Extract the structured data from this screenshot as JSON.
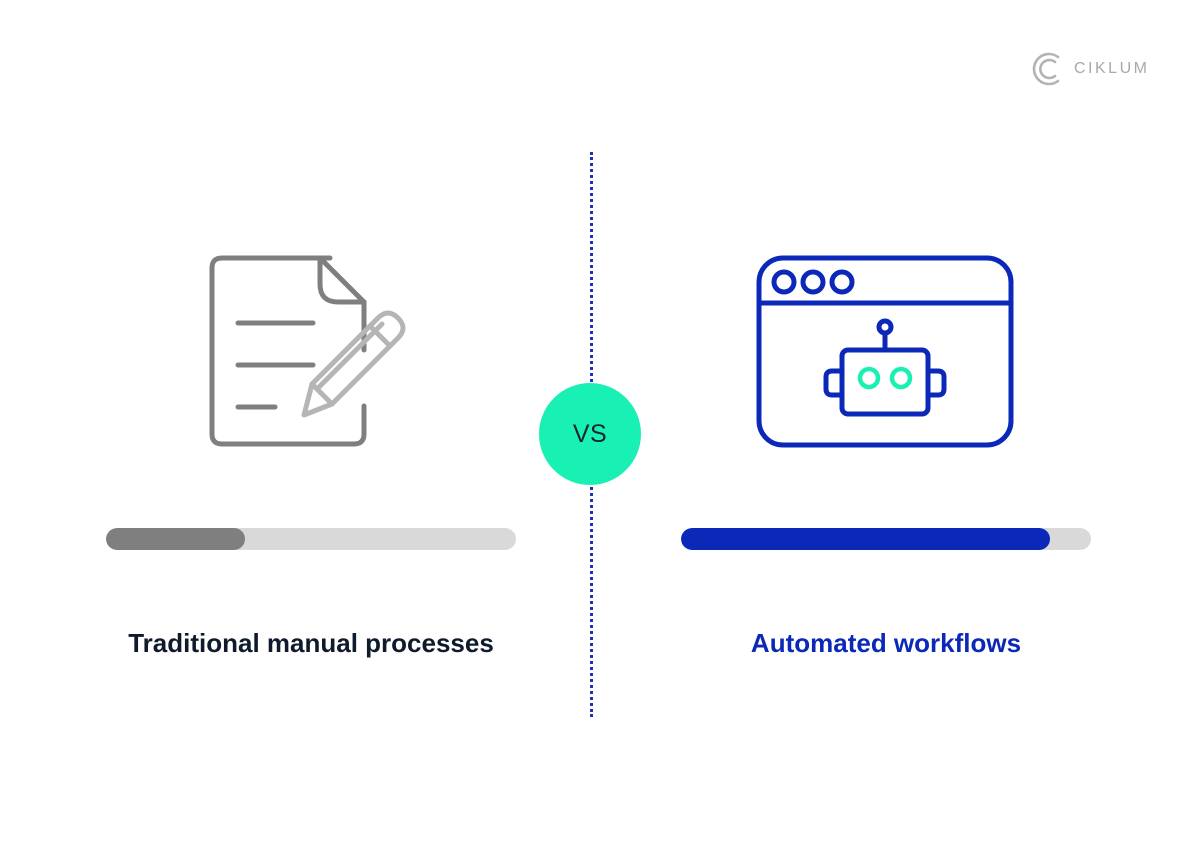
{
  "brand": {
    "name": "CIKLUM",
    "logo_icon": "ciklum-logo-icon",
    "color": "#a9a9a9"
  },
  "vs_label": "VS",
  "colors": {
    "divider": "#1f2fb8",
    "vs_badge": "#19f0b4",
    "manual_icon": "#7f7f7f",
    "manual_bar": "#7f7f7f",
    "automated_icon": "#0b28b8",
    "automated_bar": "#0b28b8",
    "robot_eyes": "#19f0b4",
    "bar_track": "#d9d9d9"
  },
  "left": {
    "label": "Traditional manual processes",
    "icon": "document-with-pencil-icon",
    "progress": 0.34
  },
  "right": {
    "label": "Automated workflows",
    "icon": "browser-window-robot-icon",
    "progress": 0.9
  }
}
